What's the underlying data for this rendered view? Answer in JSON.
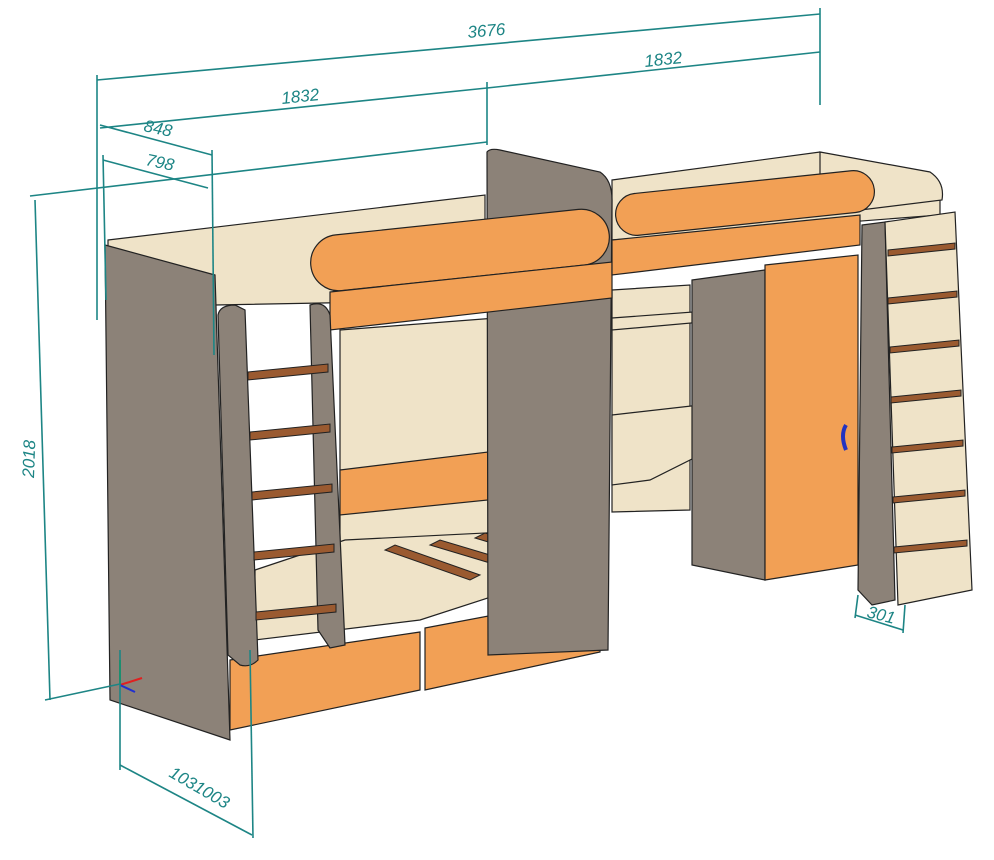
{
  "title": "Bunk bed with desk, wardrobe and ladder — dimensioned 3D view",
  "dimensions": {
    "total_length": "3676",
    "right_section": "1832",
    "left_section": "1832",
    "depth_outer": "848",
    "depth_inner": "798",
    "height": "2018",
    "bottom_depth": "1031003",
    "ladder_depth": "301"
  },
  "colors": {
    "dimension": "#1d8585",
    "panel_gray": "#8c8278",
    "panel_beige": "#efe3c8",
    "accent_orange": "#f2a055"
  }
}
